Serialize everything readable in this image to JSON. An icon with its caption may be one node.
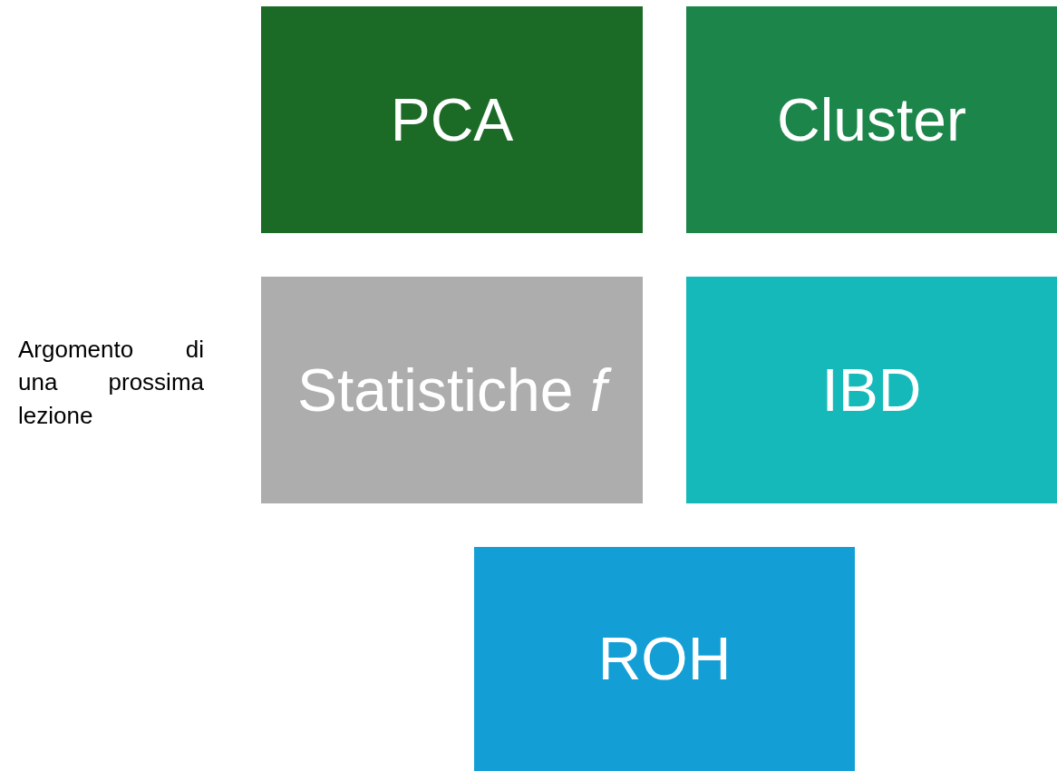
{
  "diagram": {
    "nodes": [
      {
        "text": [
          "PCA"
        ]
      },
      {
        "text": [
          "Cluster"
        ]
      },
      {
        "text": [
          "Statistiche *f*"
        ],
        "beside": [
          "Argomento di una prossima lezione"
        ]
      },
      {
        "text": [
          "IBD"
        ]
      },
      {
        "text": [
          "ROH"
        ]
      }
    ]
  }
}
